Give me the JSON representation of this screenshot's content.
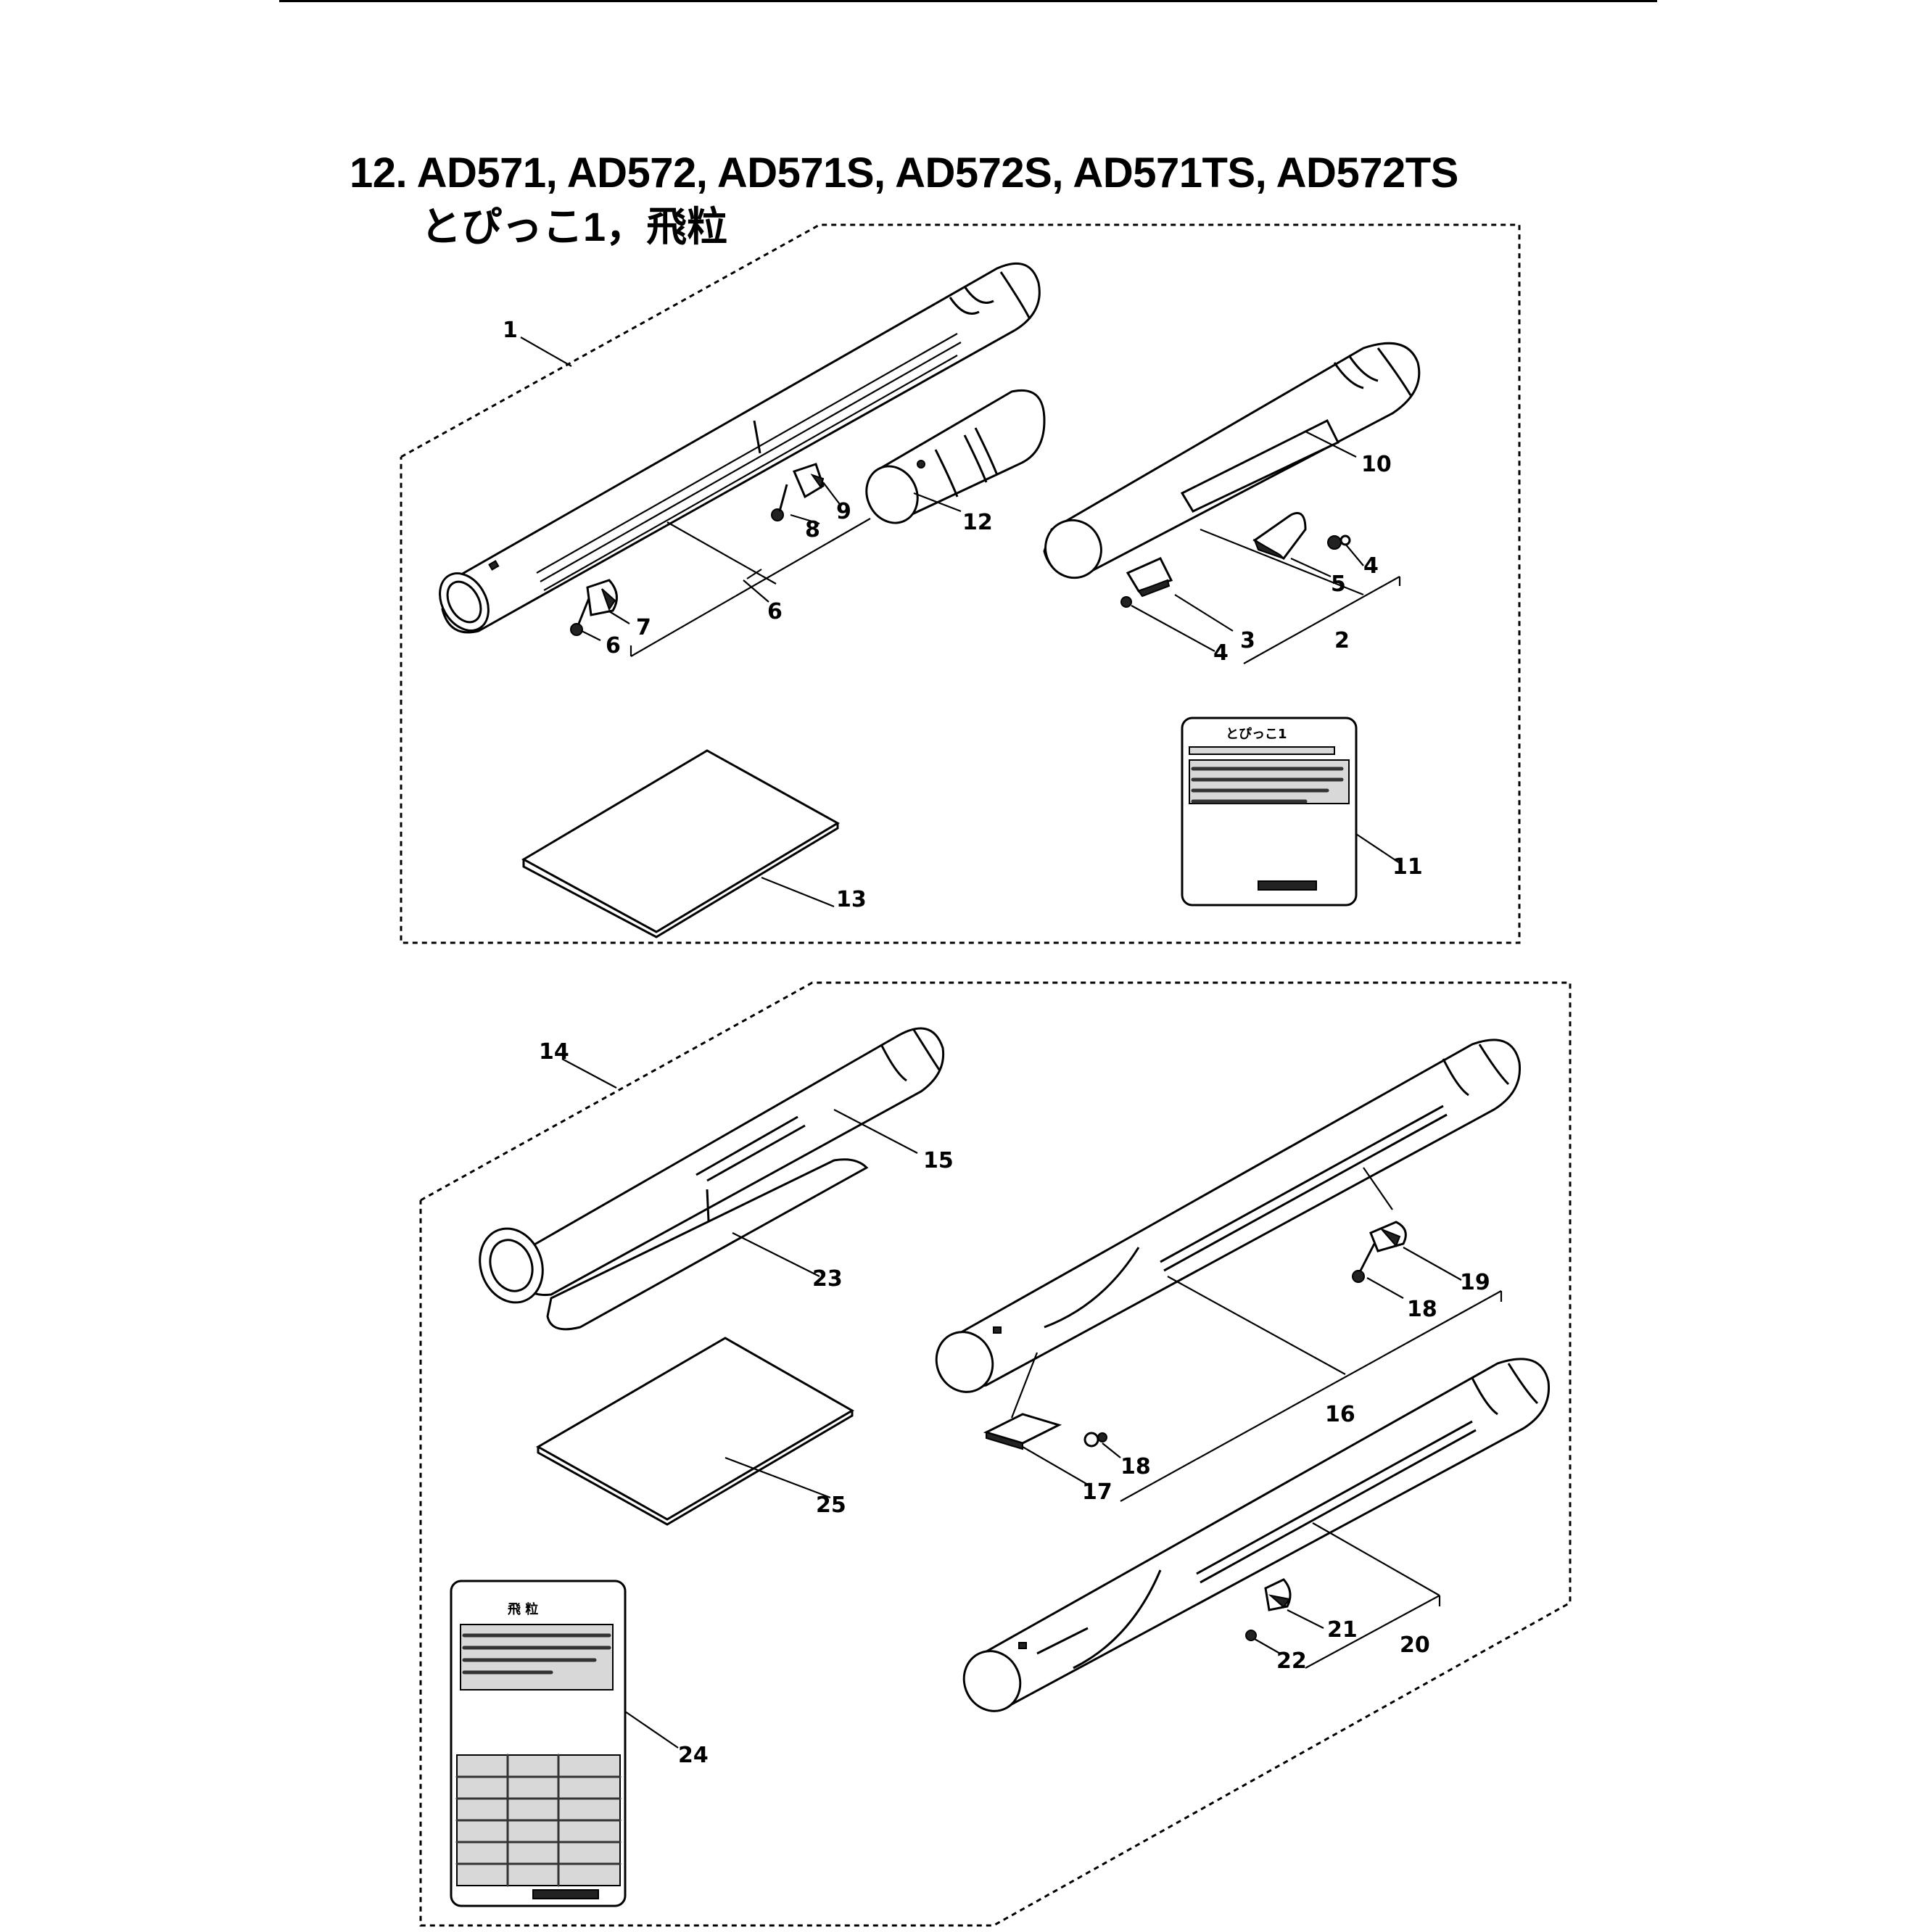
{
  "header": {
    "title": "12. AD571, AD572, AD571S, AD572S, AD571TS, AD572TS",
    "subtitle": "とぴっこ1，飛粒"
  },
  "callouts": {
    "p1": "1",
    "p2": "2",
    "p3": "3",
    "p4a": "4",
    "p4b": "4",
    "p5": "5",
    "p6a": "6",
    "p6b": "6",
    "p7": "7",
    "p8": "8",
    "p9": "9",
    "p10": "10",
    "p11": "11",
    "p12": "12",
    "p13": "13",
    "p14": "14",
    "p15": "15",
    "p16": "16",
    "p17": "17",
    "p18a": "18",
    "p18b": "18",
    "p19": "19",
    "p20": "20",
    "p21": "21",
    "p22": "22",
    "p23": "23",
    "p24": "24",
    "p25": "25"
  },
  "labels": {
    "label11_top": "とぴっこ1",
    "label24_top": "飛 粒"
  }
}
